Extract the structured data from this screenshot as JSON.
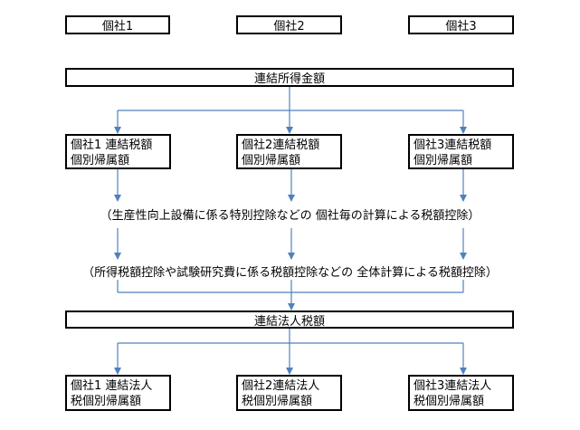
{
  "entities": [
    "個社1",
    "個社2",
    "個社3"
  ],
  "total_income": "連結所得金額",
  "tax_allocation": [
    {
      "line1": "個社1 連結税額",
      "line2": "個別帰属額"
    },
    {
      "line1": "個社2連結税額",
      "line2": "個別帰属額"
    },
    {
      "line1": "個社3連結税額",
      "line2": "個別帰属額"
    }
  ],
  "note_individual": "（生産性向上設備に係る特別控除などの 個社毎の計算による税額控除）",
  "note_total": "（所得税額控除や試験研究費に係る税額控除などの 全体計算による税額控除）",
  "consolidated_tax": "連結法人税額",
  "final_allocation": [
    {
      "line1": "個社1 連結法人",
      "line2": "税個別帰属額"
    },
    {
      "line1": "個社2連結法人",
      "line2": "税個別帰属額"
    },
    {
      "line1": "個社3連結法人",
      "line2": "税個別帰属額"
    }
  ],
  "colors": {
    "arrow": "#4f81bd",
    "border": "#000000"
  }
}
